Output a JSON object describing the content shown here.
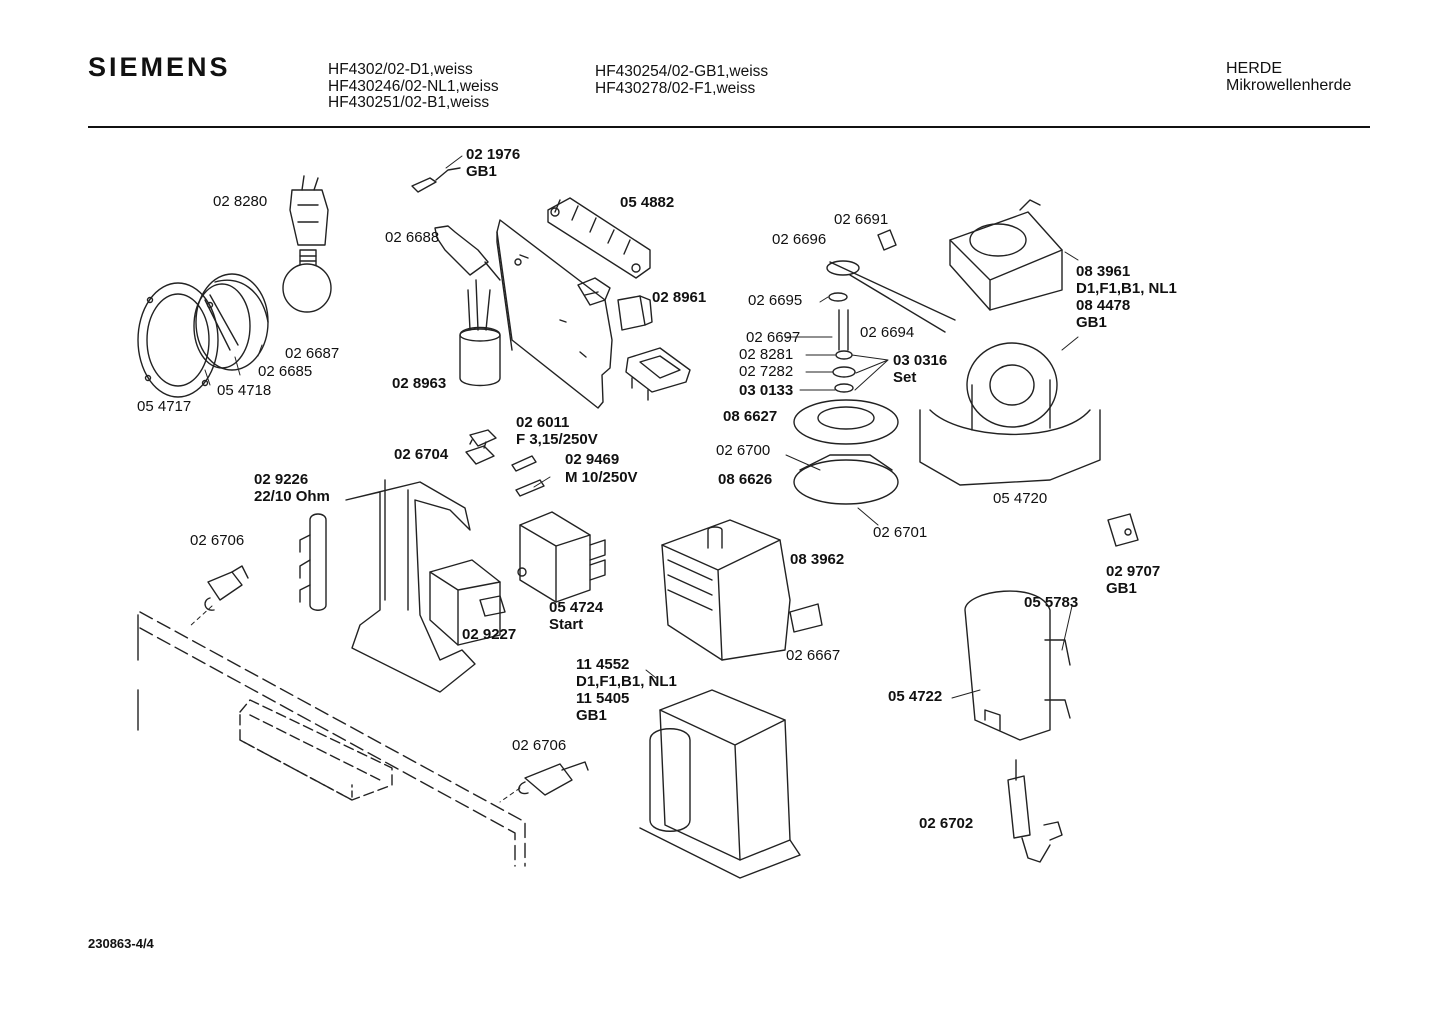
{
  "header": {
    "brand": "SIEMENS",
    "models_col1": [
      "HF4302/02-D1,weiss",
      "HF430246/02-NL1,weiss",
      "HF430251/02-B1,weiss"
    ],
    "models_col2": [
      "HF430254/02-GB1,weiss",
      "HF430278/02-F1,weiss"
    ],
    "category": [
      "HERDE",
      "Mikrowellenherde"
    ]
  },
  "footer": {
    "doc_number": "230863-4/4"
  },
  "parts": [
    {
      "id": "p021976",
      "lines": [
        "02 1976",
        "GB1"
      ],
      "bold": true
    },
    {
      "id": "p028280",
      "lines": [
        "02 8280"
      ],
      "bold": false
    },
    {
      "id": "p054882",
      "lines": [
        "05 4882"
      ],
      "bold": true
    },
    {
      "id": "p026688",
      "lines": [
        "02 6688"
      ],
      "bold": false
    },
    {
      "id": "p026691",
      "lines": [
        "02 6691"
      ],
      "bold": false
    },
    {
      "id": "p026696",
      "lines": [
        "02 6696"
      ],
      "bold": false
    },
    {
      "id": "p083961",
      "lines": [
        "08 3961",
        "D1,F1,B1, NL1",
        "08 4478",
        "GB1"
      ],
      "bold": true
    },
    {
      "id": "p028961",
      "lines": [
        "02 8961"
      ],
      "bold": true
    },
    {
      "id": "p026695",
      "lines": [
        "02 6695"
      ],
      "bold": false
    },
    {
      "id": "p026694",
      "lines": [
        "02 6694"
      ],
      "bold": false
    },
    {
      "id": "p026697",
      "lines": [
        "02 6697"
      ],
      "bold": false
    },
    {
      "id": "p028281",
      "lines": [
        "02 8281"
      ],
      "bold": false
    },
    {
      "id": "p027282",
      "lines": [
        "02 7282"
      ],
      "bold": false
    },
    {
      "id": "p030133",
      "lines": [
        "03 0133"
      ],
      "bold": true
    },
    {
      "id": "p030316",
      "lines": [
        "03 0316",
        "Set"
      ],
      "bold": true
    },
    {
      "id": "p026687",
      "lines": [
        "02 6687"
      ],
      "bold": false
    },
    {
      "id": "p026685",
      "lines": [
        "02 6685"
      ],
      "bold": false
    },
    {
      "id": "p054718",
      "lines": [
        "05 4718"
      ],
      "bold": false
    },
    {
      "id": "p054717",
      "lines": [
        "05 4717"
      ],
      "bold": false
    },
    {
      "id": "p028963",
      "lines": [
        "02 8963"
      ],
      "bold": true
    },
    {
      "id": "p086627",
      "lines": [
        "08 6627"
      ],
      "bold": true
    },
    {
      "id": "p026011",
      "lines": [
        "02 6011",
        "F 3,15/250V"
      ],
      "bold": true
    },
    {
      "id": "p026704",
      "lines": [
        "02 6704"
      ],
      "bold": true
    },
    {
      "id": "p029469",
      "lines": [
        "02 9469"
      ],
      "bold": true
    },
    {
      "id": "pM10",
      "lines": [
        "M 10/250V"
      ],
      "bold": true
    },
    {
      "id": "p026700",
      "lines": [
        "02 6700"
      ],
      "bold": false
    },
    {
      "id": "p086626",
      "lines": [
        "08 6626"
      ],
      "bold": true
    },
    {
      "id": "p054720",
      "lines": [
        "05 4720"
      ],
      "bold": false
    },
    {
      "id": "p029226",
      "lines": [
        "02 9226",
        "22/10 Ohm"
      ],
      "bold": true
    },
    {
      "id": "p026701",
      "lines": [
        "02 6701"
      ],
      "bold": false
    },
    {
      "id": "p026706a",
      "lines": [
        "02 6706"
      ],
      "bold": false
    },
    {
      "id": "p083962",
      "lines": [
        "08 3962"
      ],
      "bold": true
    },
    {
      "id": "p029707",
      "lines": [
        "02 9707",
        "GB1"
      ],
      "bold": true
    },
    {
      "id": "p055783",
      "lines": [
        "05 5783"
      ],
      "bold": true
    },
    {
      "id": "p054724",
      "lines": [
        "05 4724",
        "Start"
      ],
      "bold": true
    },
    {
      "id": "p029227",
      "lines": [
        "02 9227"
      ],
      "bold": true
    },
    {
      "id": "p026667",
      "lines": [
        "02 6667"
      ],
      "bold": false
    },
    {
      "id": "p114552",
      "lines": [
        "11 4552",
        "D1,F1,B1, NL1",
        "11 5405",
        "GB1"
      ],
      "bold": true
    },
    {
      "id": "p054722",
      "lines": [
        "05 4722"
      ],
      "bold": true
    },
    {
      "id": "p026706b",
      "lines": [
        "02 6706"
      ],
      "bold": false
    },
    {
      "id": "p026702",
      "lines": [
        "02 6702"
      ],
      "bold": true
    }
  ]
}
